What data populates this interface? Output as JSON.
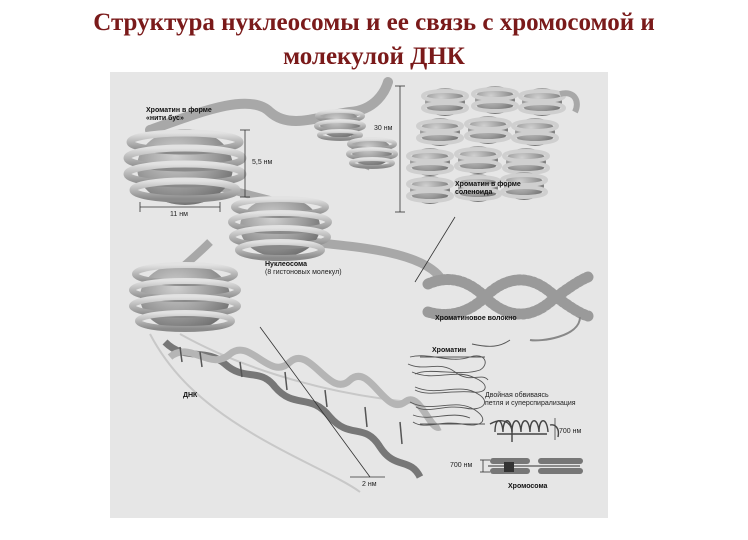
{
  "title": {
    "line1": "Структура нуклеосомы и ее связь с хромосомой и",
    "line2": "молекулой ДНК"
  },
  "diagram": {
    "labels": {
      "beads_line1": "Хроматин в форме",
      "beads_line2": "«нити бус»",
      "nucleosome": "Нуклеосома",
      "nucleosome_sub": "(8 гистоновых молекул)",
      "dna": "ДНК",
      "solenoid_line1": "Хроматин в форме",
      "solenoid_line2": "соленоида",
      "chromatin_fiber": "Хроматиновое волокно",
      "chromatin": "Хроматин",
      "loops_line1": "Двойная обвиваясь",
      "loops_line2": "петля и суперспирализация",
      "chromosome": "Хромосома"
    },
    "dimensions": {
      "d_30nm": "30 нм",
      "d_5_5nm": "5,5 нм",
      "d_11nm": "11 нм",
      "d_2nm": "2 нм",
      "d_700nm_a": "700 нм",
      "d_700nm_b": "700 нм"
    },
    "colors": {
      "background": "#e6e6e6",
      "nucleosome_fill": "#9a9a9a",
      "nucleosome_ring": "#c4c4c4",
      "title": "#7a1a1a"
    }
  }
}
